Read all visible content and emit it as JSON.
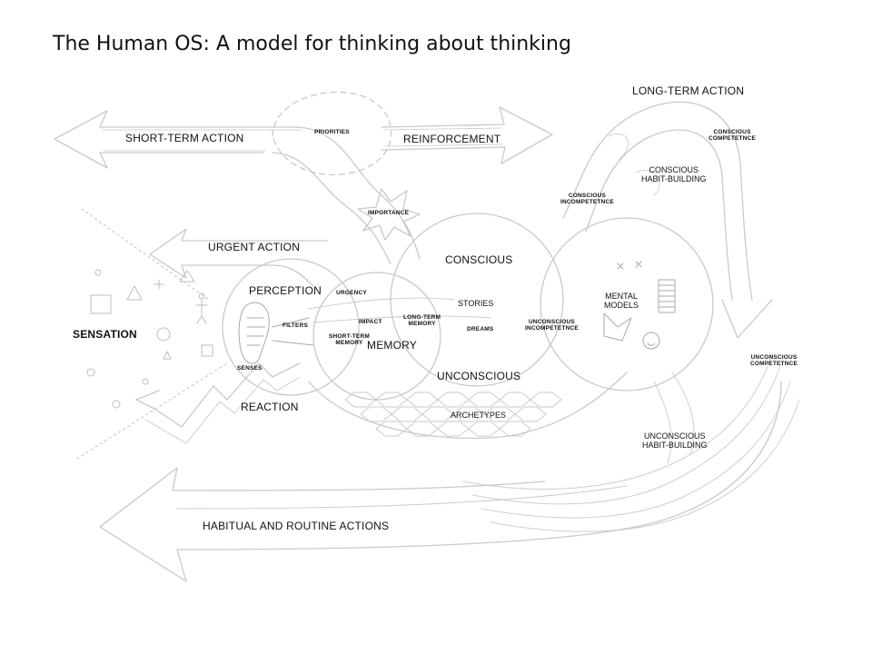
{
  "title": "The Human OS: A model for thinking about thinking",
  "labels": {
    "long_term_action": "LONG-TERM ACTION",
    "short_term_action": "SHORT-TERM ACTION",
    "priorities": "PRIORITIES",
    "reinforcement": "REINFORCEMENT",
    "conscious_competence_top": "CONSCIOUS\nCOMPETETNCE",
    "conscious_habit_building": "CONSCIOUS\nHABIT-BUILDING",
    "conscious_incompetence": "CONSCIOUS\nINCOMPETETNCE",
    "importance": "IMPORTANCE",
    "urgent_action": "URGENT ACTION",
    "conscious": "CONSCIOUS",
    "perception": "PERCEPTION",
    "urgency": "URGENCY",
    "stories": "STORIES",
    "mental_models": "MENTAL\nMODELS",
    "sensation": "SENSATION",
    "filters": "FILTERS",
    "impact": "IMPACT",
    "long_term_memory": "LONG-TERM\nMEMORY",
    "dreams": "DREAMS",
    "unconscious_incompetence": "UNCONSCIOUS\nINCOMPETETNCE",
    "short_term_memory": "SHORT-TERM\nMEMORY",
    "memory": "MEMORY",
    "unconscious_competence": "UNCONSCIOUS\nCOMPETETNCE",
    "senses": "SENSES",
    "unconscious": "UNCONSCIOUS",
    "reaction": "REACTION",
    "archetypes": "ARCHETYPES",
    "unconscious_habit_building": "UNCONSCIOUS\nHABIT-BUILDING",
    "habitual_and_routine_actions": "HABITUAL AND ROUTINE ACTIONS"
  },
  "colors": {
    "sketch_line": "#c9c9c9",
    "sketch_dark": "#9a9a9a",
    "text": "#111111"
  }
}
